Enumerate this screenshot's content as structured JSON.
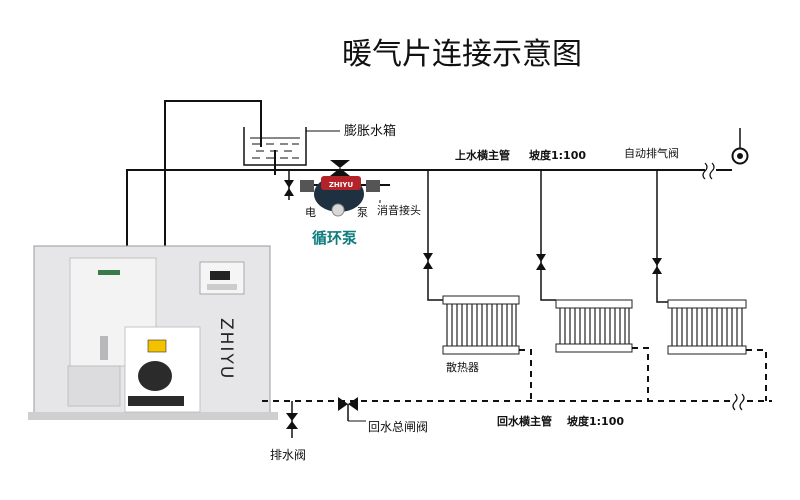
{
  "title": "暖气片连接示意图",
  "labels": {
    "expansion_tank": "膨胀水箱",
    "supply_main": "上水横主管",
    "supply_slope": "坡度1:100",
    "auto_vent": "自动排气阀",
    "pump_left": "电",
    "pump_right": "泵",
    "muffler_joint": "消音接头",
    "circulation_pump": "循环泵",
    "radiator": "散热器",
    "return_valve": "回水总闸阀",
    "return_main": "回水横主管",
    "return_slope": "坡度1:100",
    "drain_valve": "排水阀",
    "boiler_brand": "ZHIYU",
    "pump_brand": "ZHIYU"
  },
  "colors": {
    "line": "#111111",
    "pump_label": "#0d7d7d",
    "boiler_body": "#e6e6e8",
    "boiler_dark": "#2b2b2b",
    "pump_body": "#1f3140",
    "pump_accent": "#b4232a"
  }
}
